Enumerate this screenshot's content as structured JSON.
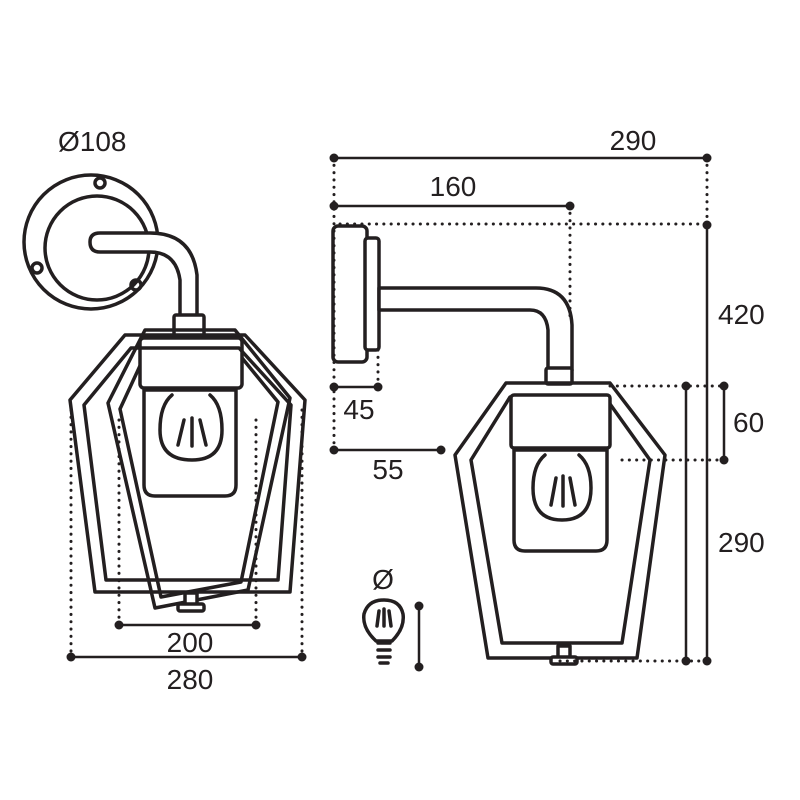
{
  "front_view": {
    "plate_diameter_label": "Ø108",
    "width_inner_label": "200",
    "width_outer_label": "280"
  },
  "side_view": {
    "total_projection_label": "290",
    "arm_projection_label": "160",
    "plate_depth_label": "45",
    "mount_depth_label": "55",
    "total_height_label": "420",
    "holder_height_label": "60",
    "lantern_height_label": "290"
  },
  "bulb_symbol": {
    "label": "Ø"
  },
  "colors": {
    "ink": "#231f20",
    "background": "#ffffff"
  }
}
